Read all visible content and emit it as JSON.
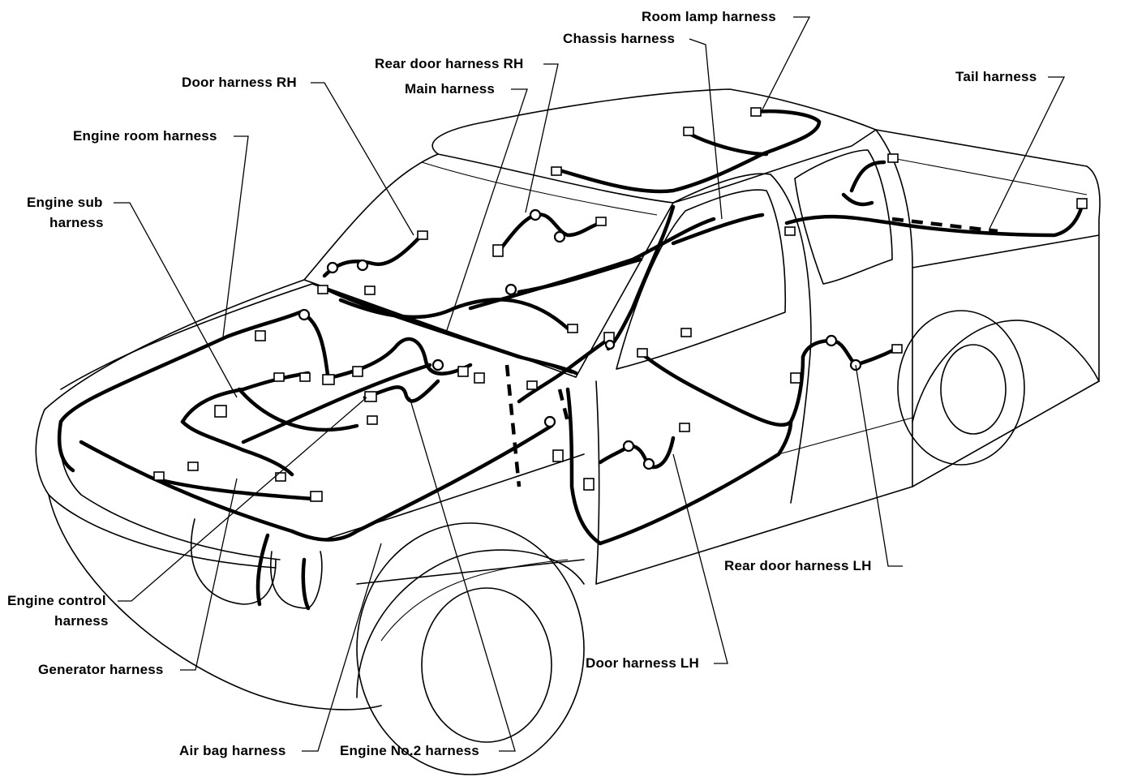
{
  "labels": {
    "room_lamp": "Room lamp harness",
    "chassis": "Chassis harness",
    "rear_door_rh": "Rear door harness RH",
    "main": "Main harness",
    "door_rh": "Door harness RH",
    "tail": "Tail harness",
    "engine_room": "Engine room harness",
    "engine_sub_1": "Engine sub",
    "engine_sub_2": "harness",
    "engine_control_1": "Engine control",
    "engine_control_2": "harness",
    "generator": "Generator harness",
    "air_bag": "Air bag harness",
    "engine_no2": "Engine No.2 harness",
    "rear_door_lh": "Rear door harness LH",
    "door_lh": "Door harness LH"
  }
}
